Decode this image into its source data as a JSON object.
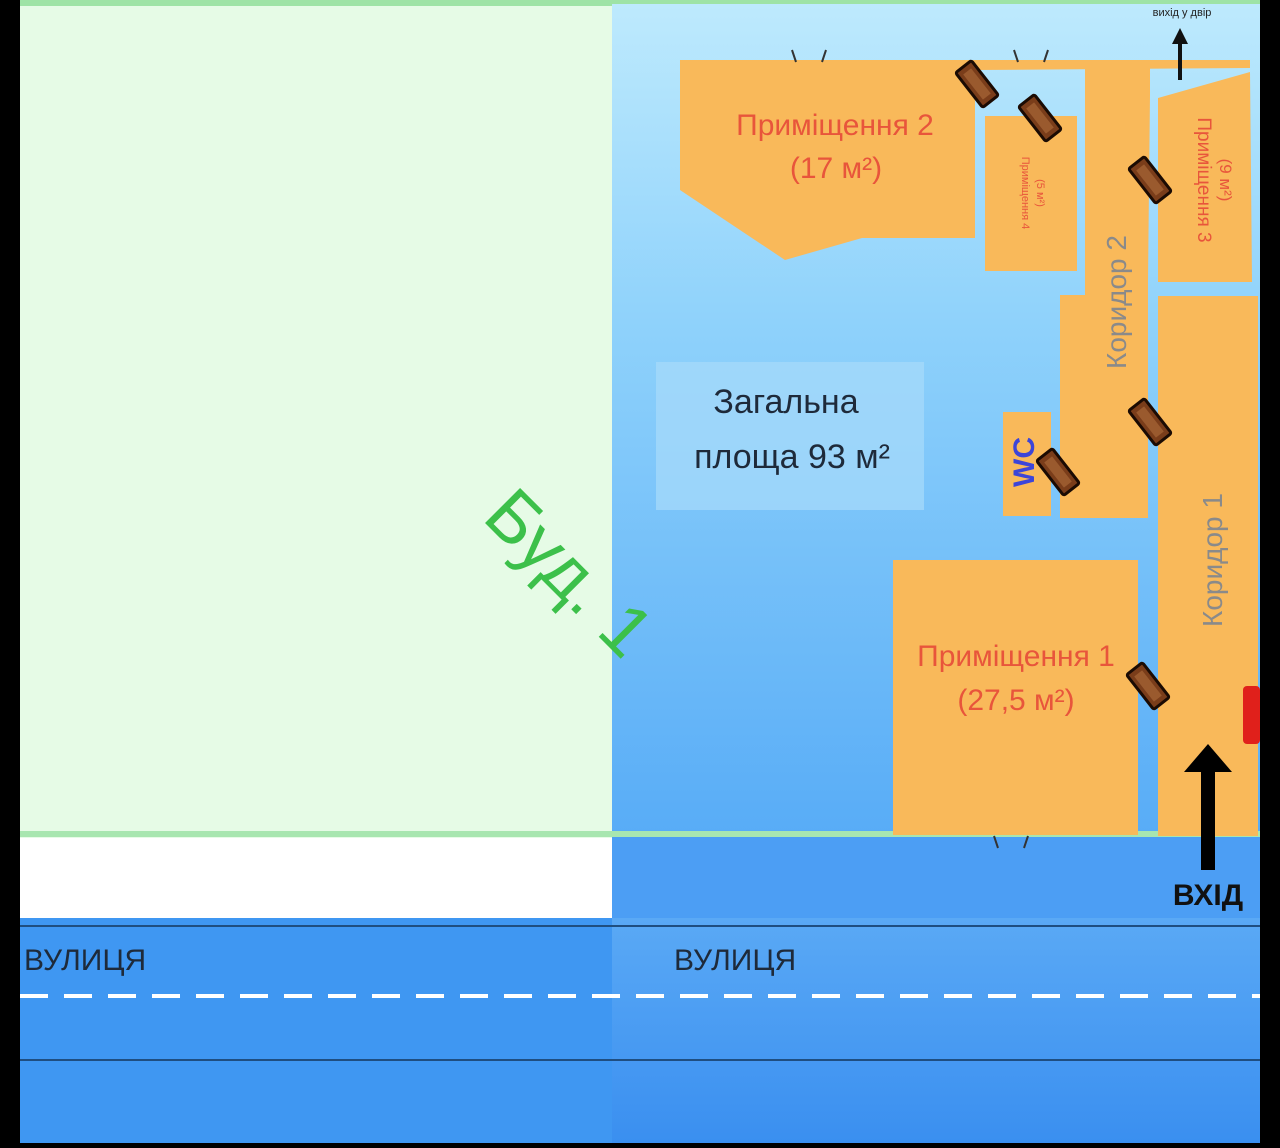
{
  "building_label": "Буд. 1",
  "total_area": {
    "line1": "Загальна",
    "line2": "площа 93 м²"
  },
  "rooms": {
    "room1": {
      "name": "Приміщення 1",
      "area": "(27,5 м²)"
    },
    "room2": {
      "name": "Приміщення 2",
      "area": "(17 м²)"
    },
    "room3": {
      "name": "Приміщення 3",
      "area": "(9 м²)"
    },
    "room4": {
      "name": "Приміщення 4",
      "area": "(5 м²)"
    }
  },
  "corridors": {
    "corridor1": "Коридор 1",
    "corridor2": "Коридор 2"
  },
  "wc": "WC",
  "entrance": "ВХІД",
  "yard_exit": "вихід у двір",
  "street": {
    "left": "ВУЛИЦЯ",
    "right": "ВУЛИЦЯ"
  },
  "colors": {
    "room": "#F9B95A",
    "room_text": "#E8553B",
    "building_label": "#3CC04A",
    "plot_bg": "#E6FBE6",
    "street": "#3E97F2",
    "door": "#7A3D1A"
  }
}
